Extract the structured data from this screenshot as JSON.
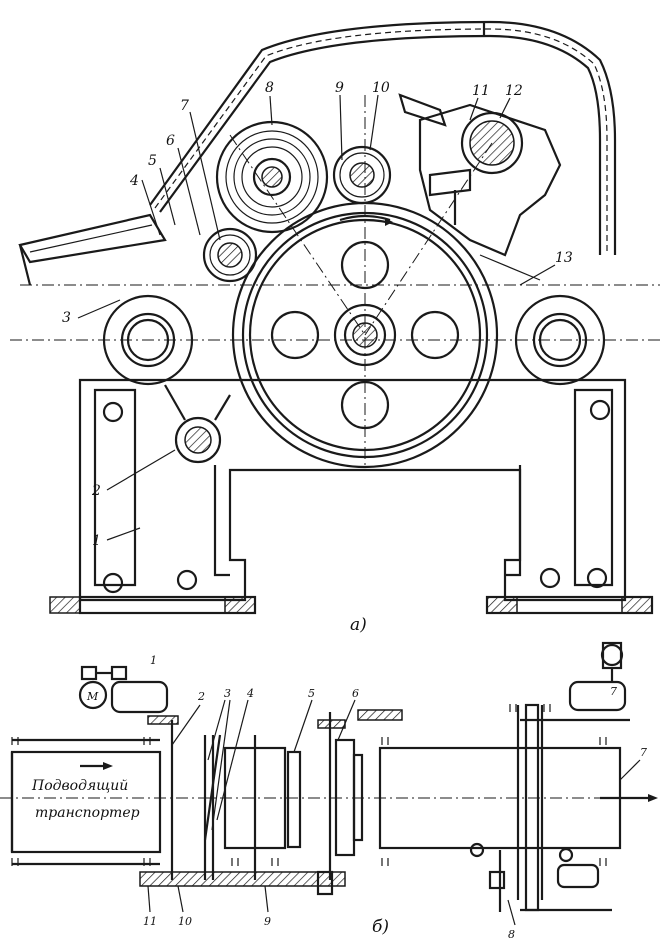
{
  "top_view": {
    "labels": [
      "1",
      "2",
      "3",
      "4",
      "5",
      "6",
      "7",
      "8",
      "9",
      "10",
      "11",
      "12",
      "13"
    ],
    "caption": "а)"
  },
  "bottom_view": {
    "labels": [
      "1",
      "2",
      "3",
      "4",
      "5",
      "6",
      "7",
      "7",
      "8",
      "9",
      "10",
      "11"
    ],
    "motor": "M",
    "conveyor_line1": "Подводящий",
    "conveyor_line2": "транспортер",
    "caption": "б)"
  }
}
